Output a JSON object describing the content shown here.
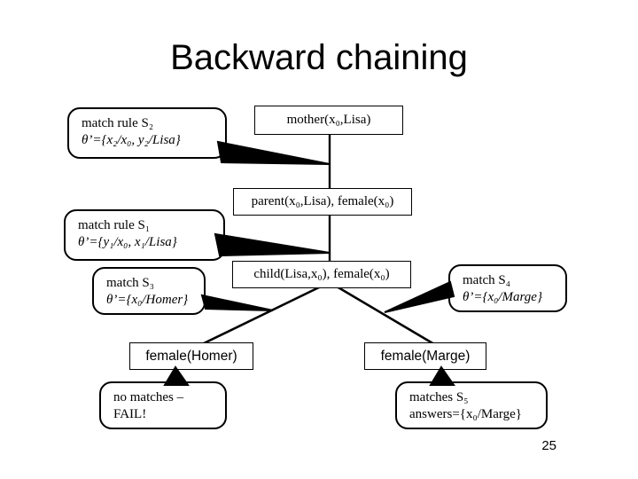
{
  "slide": {
    "title": "Backward chaining",
    "page_number": "25",
    "background_color": "#ffffff",
    "ink_color": "#000000"
  },
  "goals": {
    "root": "mother(x₀,Lisa)",
    "level2": "parent(x₀,Lisa), female(x₀)",
    "level3": "child(Lisa,x₀), female(x₀)",
    "leaf_left": "female(Homer)",
    "leaf_right": "female(Marge)"
  },
  "callouts": {
    "s2": {
      "line1": "match rule S₂",
      "line2": "θ’={x₂/x₀, y₂/Lisa}"
    },
    "s1": {
      "line1": "match rule S₁",
      "line2": "θ’={y₁/x₀, x₁/Lisa}"
    },
    "s3": {
      "line1": "match S₃",
      "line2": "θ’={x₀/Homer}"
    },
    "s4": {
      "line1": "match S₄",
      "line2": "θ’={x₀/Marge}"
    },
    "fail": {
      "line1": "no matches –",
      "line2": "FAIL!"
    },
    "success": {
      "line1": "matches S₅",
      "line2": "answers={x₀/Marge}"
    }
  }
}
